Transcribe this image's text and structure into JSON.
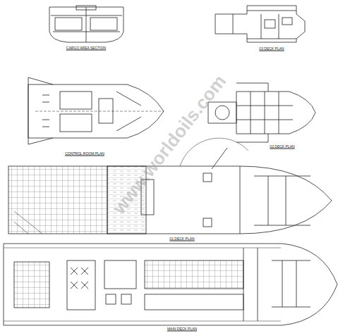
{
  "diagram": {
    "labels": [
      "CARGO AREA SECTION",
      "03 DECK PLAN",
      "CONTROL ROOM PLAN",
      "02 DECK PLAN",
      "01 DECK PLAN",
      "MAIN DECK PLAN",
      "www.worldoils.com"
    ]
  }
}
